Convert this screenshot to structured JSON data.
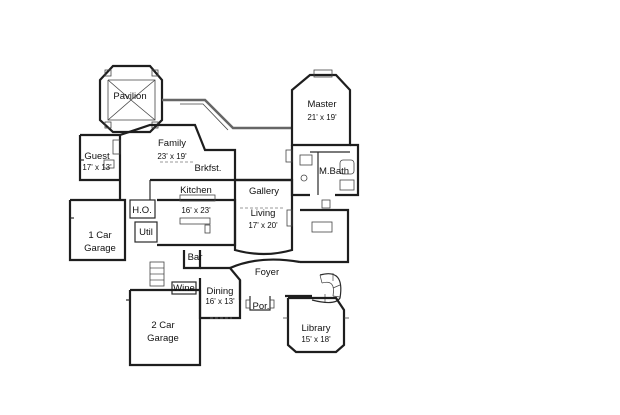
{
  "rooms": {
    "pavilion": {
      "name": "Pavilion"
    },
    "master": {
      "name": "Master",
      "dims": "21' x 19'"
    },
    "family": {
      "name": "Family",
      "dims": "23' x 19'"
    },
    "guest": {
      "name": "Guest",
      "dims": "17' x 13'"
    },
    "brkfst": {
      "name": "Brkfst."
    },
    "mbath": {
      "name": "M.Bath"
    },
    "gallery": {
      "name": "Gallery"
    },
    "kitchen": {
      "name": "Kitchen",
      "dims": "16' x 23'"
    },
    "ho": {
      "name": "H.O."
    },
    "living": {
      "name": "Living",
      "dims": "17' x 20'"
    },
    "garage1": {
      "name": "1 Car",
      "name2": "Garage"
    },
    "util": {
      "name": "Util"
    },
    "bar": {
      "name": "Bar"
    },
    "foyer": {
      "name": "Foyer"
    },
    "wine": {
      "name": "Wine"
    },
    "dining": {
      "name": "Dining",
      "dims": "16' x 13'"
    },
    "garage2": {
      "name": "2 Car",
      "name2": "Garage"
    },
    "porch": {
      "name": "Por."
    },
    "library": {
      "name": "Library",
      "dims": "15' x 18'"
    }
  }
}
